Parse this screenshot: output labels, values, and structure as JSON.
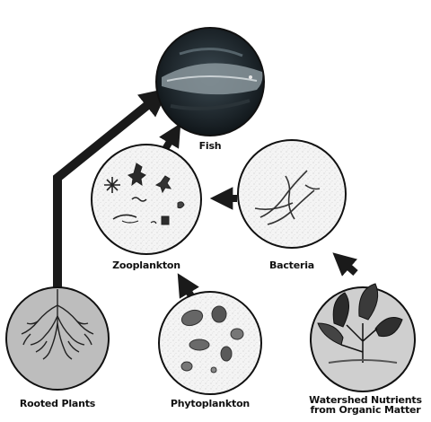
{
  "diagram": {
    "nodes": [
      {
        "id": "fish",
        "label": "Fish"
      },
      {
        "id": "zooplankton",
        "label": "Zooplankton"
      },
      {
        "id": "bacteria",
        "label": "Bacteria"
      },
      {
        "id": "rooted_plants",
        "label": "Rooted Plants"
      },
      {
        "id": "phytoplankton",
        "label": "Phytoplankton"
      },
      {
        "id": "nutrients",
        "label_line1": "Watershed Nutrients",
        "label_line2": "from Organic Matter"
      }
    ],
    "edges": [
      {
        "from": "rooted_plants",
        "to": "fish"
      },
      {
        "from": "zooplankton",
        "to": "fish"
      },
      {
        "from": "bacteria",
        "to": "zooplankton"
      },
      {
        "from": "phytoplankton",
        "to": "zooplankton"
      },
      {
        "from": "nutrients",
        "to": "bacteria"
      }
    ],
    "colors": {
      "arrow": "#1a1a1a",
      "circle_stroke": "#111111",
      "label": "#111111"
    }
  }
}
